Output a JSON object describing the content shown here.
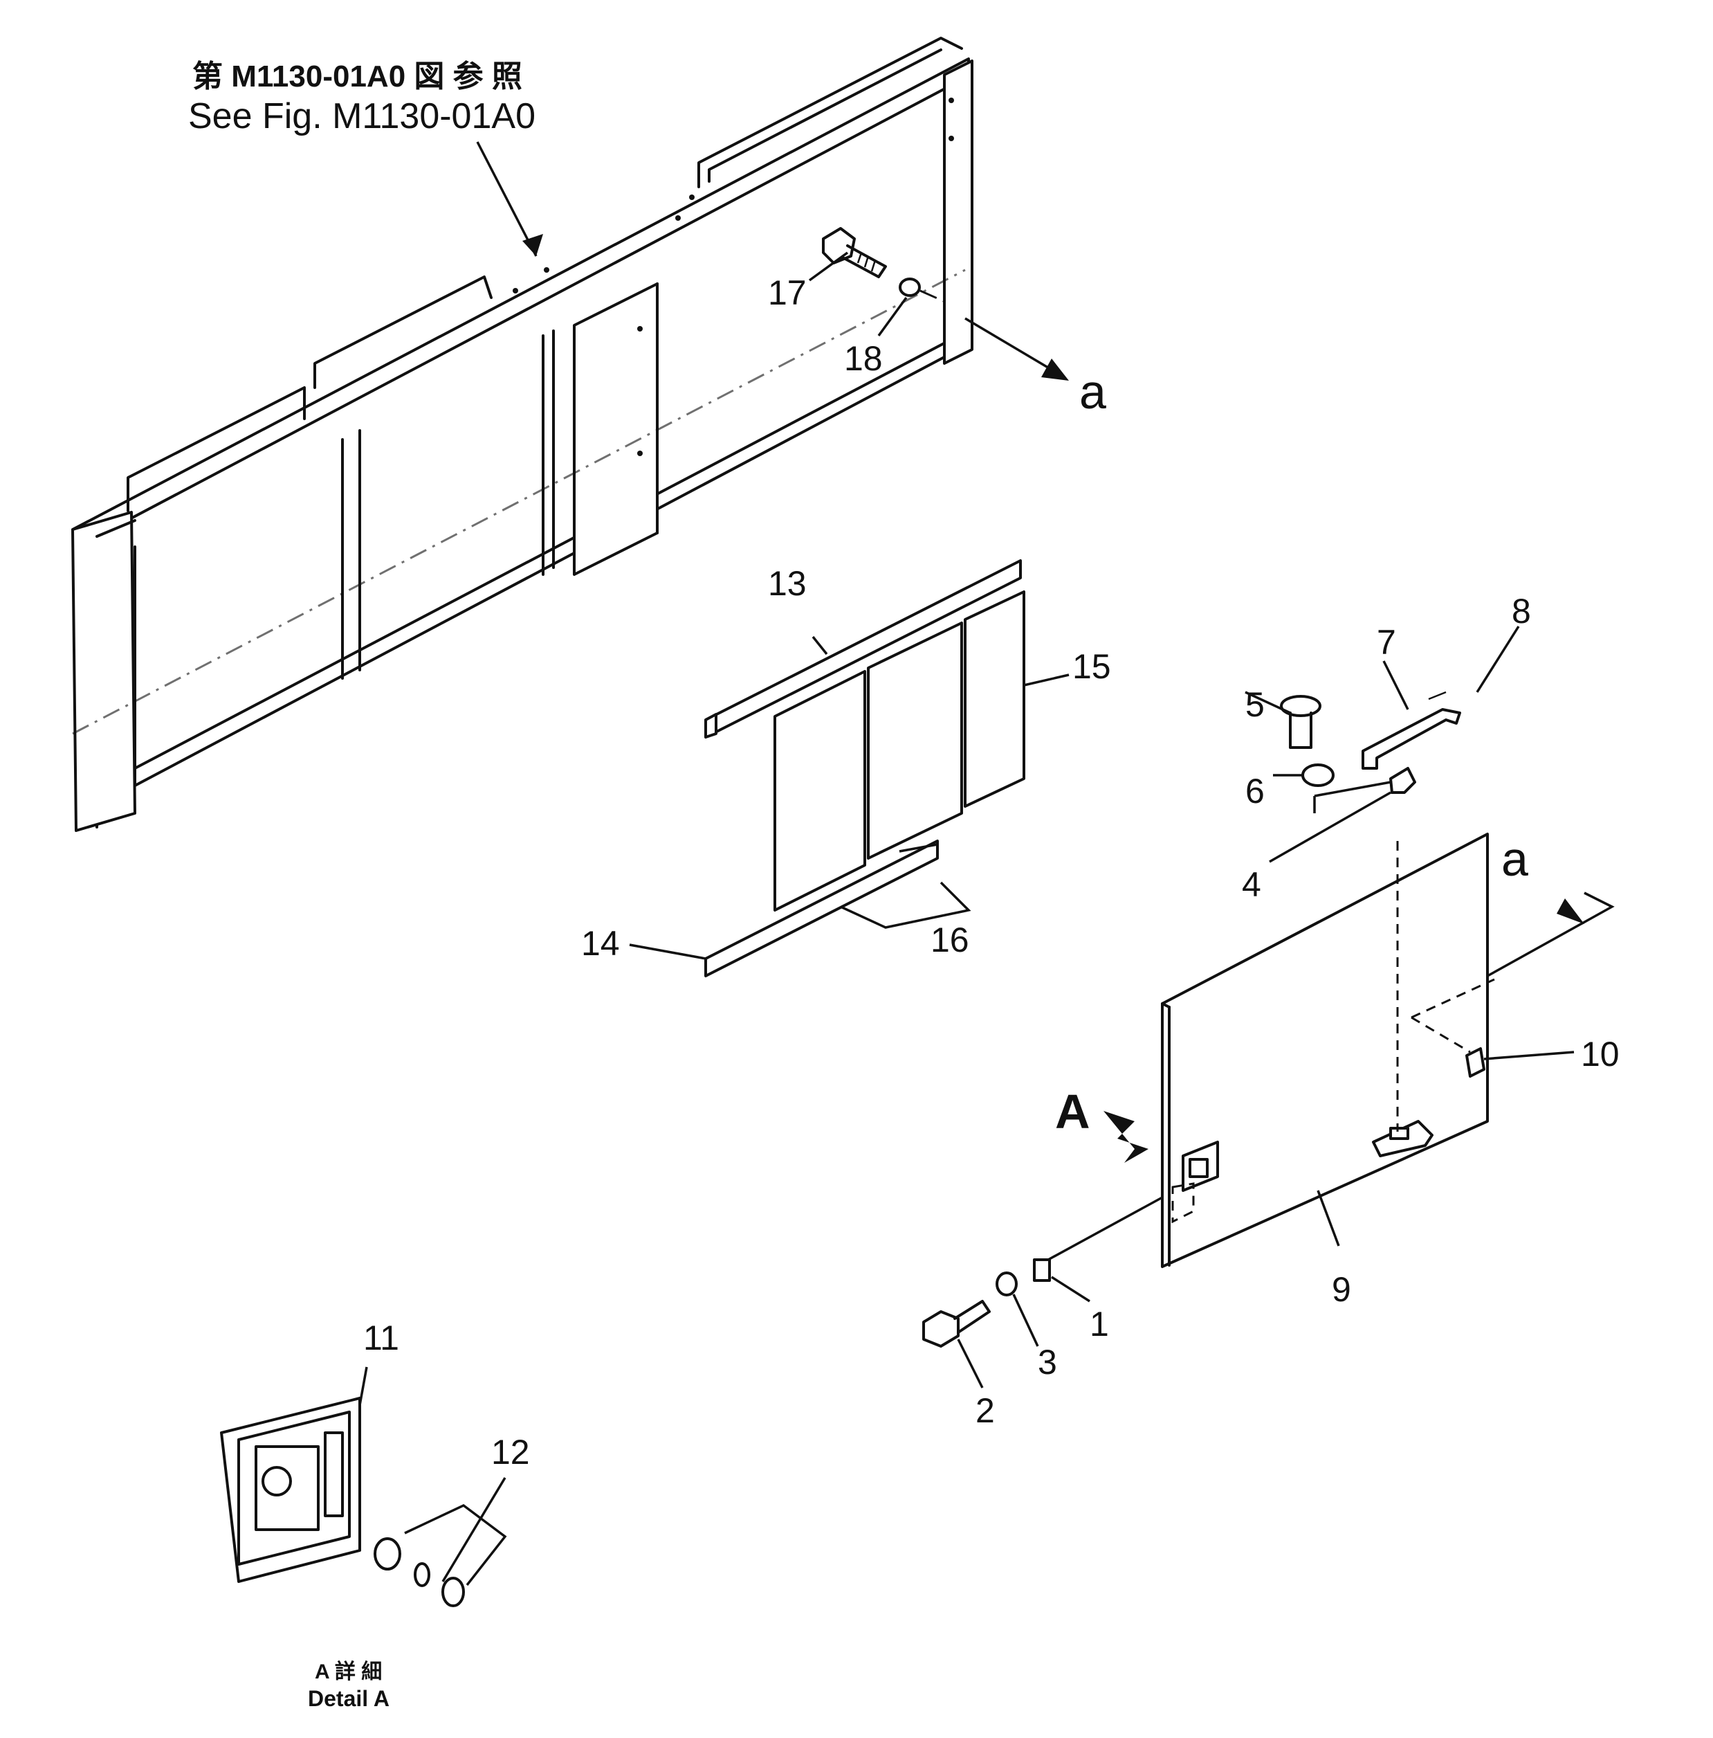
{
  "reference": {
    "jp": "第 M1130-01A0 図 参 照",
    "en": "See Fig. M1130-01A0"
  },
  "arrow_labels": {
    "a_top": "a",
    "a_right": "a",
    "view_a": "A"
  },
  "detail": {
    "jp": "A 詳 細",
    "en": "Detail A"
  },
  "callouts": [
    "1",
    "2",
    "3",
    "4",
    "5",
    "6",
    "7",
    "8",
    "9",
    "10",
    "11",
    "12",
    "13",
    "14",
    "15",
    "16",
    "17",
    "18"
  ]
}
